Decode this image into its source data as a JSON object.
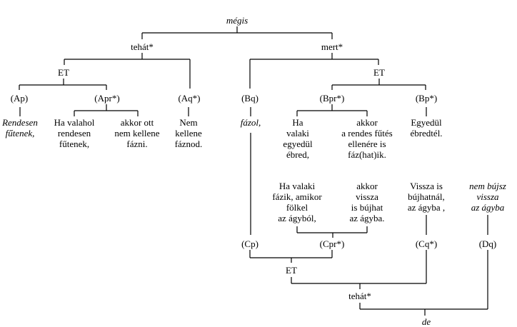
{
  "diagram": {
    "type": "argument-structure-tree",
    "nodes": {
      "root": {
        "label": "mégis",
        "italic": true
      },
      "tehat_top": {
        "label": "tehát*"
      },
      "mert": {
        "label": "mert*"
      },
      "et_a": {
        "label": "ET"
      },
      "et_b": {
        "label": "ET"
      },
      "ap": {
        "label": "(Ap)"
      },
      "apr": {
        "label": "(Apr*)"
      },
      "aq": {
        "label": "(Aq*)"
      },
      "bq": {
        "label": "(Bq)"
      },
      "bpr": {
        "label": "(Bpr*)"
      },
      "bp": {
        "label": "(Bp*)"
      },
      "cp": {
        "label": "(Cp)"
      },
      "cpr": {
        "label": "(Cpr*)"
      },
      "cq": {
        "label": "(Cq*)"
      },
      "dq": {
        "label": "(Dq)"
      },
      "et_c": {
        "label": "ET"
      },
      "tehat_bottom": {
        "label": "tehát*"
      },
      "de": {
        "label": "de",
        "italic": true
      }
    },
    "texts": {
      "ap_text": [
        "Rendesen",
        "fűtenek,"
      ],
      "apr_left": [
        "Ha valahol",
        "rendesen",
        "fűtenek,"
      ],
      "apr_right": [
        "akkor ott",
        "nem kellene",
        "fázni."
      ],
      "aq_text": [
        "Nem",
        "kellene",
        "fáznod."
      ],
      "bq_text": [
        "fázol,"
      ],
      "bpr_left": [
        "Ha",
        "valaki",
        "egyedül",
        "ébred,"
      ],
      "bpr_right": [
        "akkor",
        "a rendes fűtés",
        "ellenére is",
        "fáz(hat)ik."
      ],
      "bp_text": [
        "Egyedül",
        "ébredtél."
      ],
      "cpr_left": [
        "Ha valaki",
        "fázik, amikor",
        "fölkel",
        "az ágyból,"
      ],
      "cpr_right": [
        "akkor",
        "vissza",
        "is bújhat",
        "az ágyba."
      ],
      "cq_text": [
        "Vissza is",
        "bújhatnál,",
        "az ágyba ,"
      ],
      "dq_text": [
        "nem bújsz",
        "vissza",
        "az ágyba"
      ]
    }
  }
}
